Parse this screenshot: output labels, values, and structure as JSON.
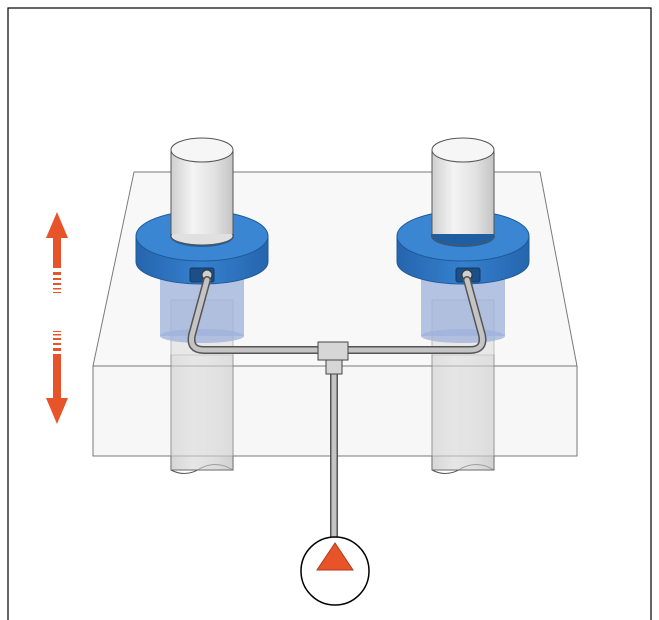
{
  "diagram": {
    "components": [
      {
        "name": "transparent-block",
        "color": "#f2f2f2"
      },
      {
        "name": "guide-column-left",
        "color": "#e6e6e6"
      },
      {
        "name": "guide-column-right",
        "color": "#e6e6e6"
      },
      {
        "name": "seal-ring-left",
        "color": "#2f78c4"
      },
      {
        "name": "seal-ring-right",
        "color": "#2f78c4"
      },
      {
        "name": "lubrication-line",
        "color": "#bdbdbd"
      },
      {
        "name": "pump",
        "color": "#e8542a"
      }
    ],
    "colors": {
      "frame": "#000000",
      "ring_blue": "#2f78c4",
      "ring_blue_dark": "#1e5a99",
      "sleeve_blue": "#9fb2db",
      "pipe": "#bdbdbd",
      "arrow_orange": "#e8542a"
    },
    "icons": {
      "motion": "vertical-double-arrow-icon",
      "pump": "pump-triangle-icon"
    }
  }
}
